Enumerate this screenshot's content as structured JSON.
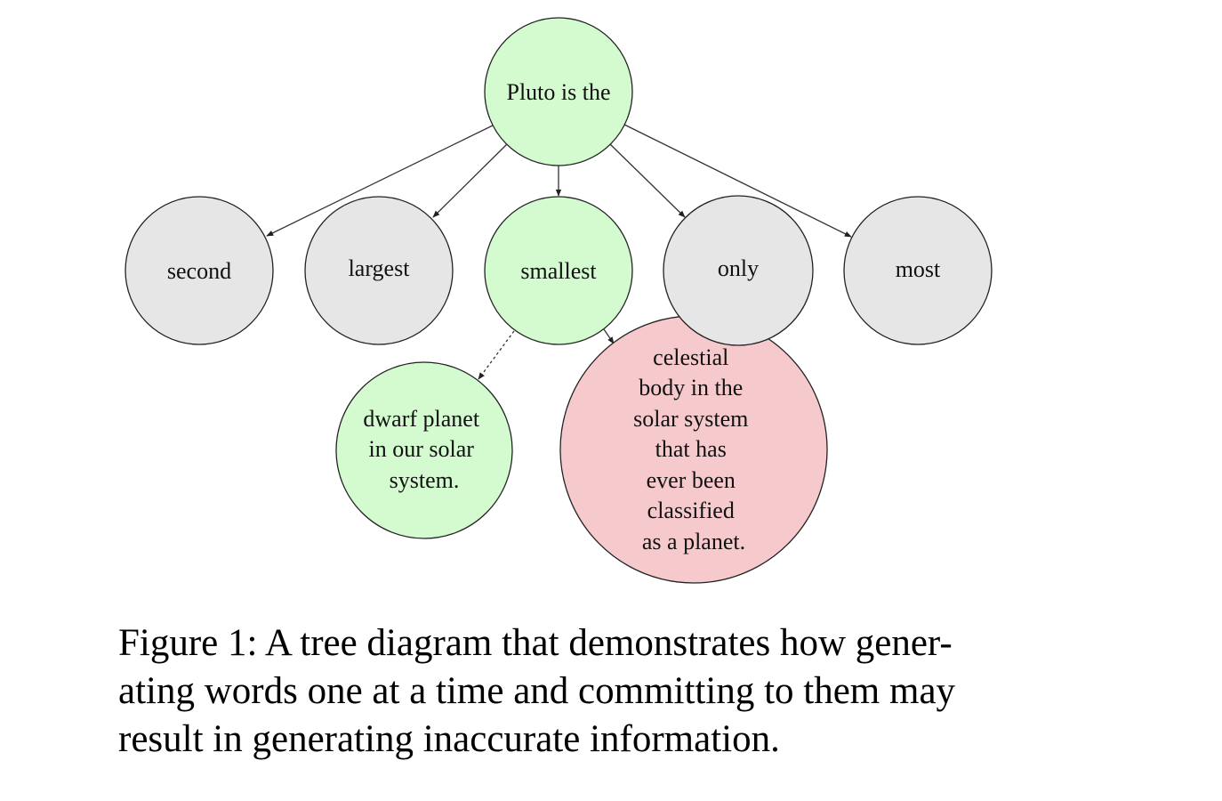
{
  "colors": {
    "correct": "#d4fad0",
    "alternative": "#e6e6e6",
    "incorrect": "#f6cacc",
    "stroke": "#222222",
    "edge": "#333333"
  },
  "nodes": {
    "root": {
      "lines": [
        "Pluto is the"
      ]
    },
    "second": {
      "lines": [
        "second"
      ]
    },
    "largest": {
      "lines": [
        "largest"
      ]
    },
    "smallest": {
      "lines": [
        "smallest"
      ]
    },
    "only": {
      "lines": [
        "only"
      ]
    },
    "most": {
      "lines": [
        "most"
      ]
    },
    "dwarf": {
      "lines": [
        "dwarf planet",
        "in our solar",
        "system."
      ]
    },
    "celestial": {
      "lines": [
        "celestial",
        "body in the",
        "solar system",
        "that has",
        "ever been",
        "classified",
        "as a planet."
      ]
    }
  },
  "caption": {
    "lines": [
      "Figure 1: A tree diagram that demonstrates how gener-",
      "ating words one at a time and committing to them may",
      "result in generating inaccurate information."
    ]
  }
}
